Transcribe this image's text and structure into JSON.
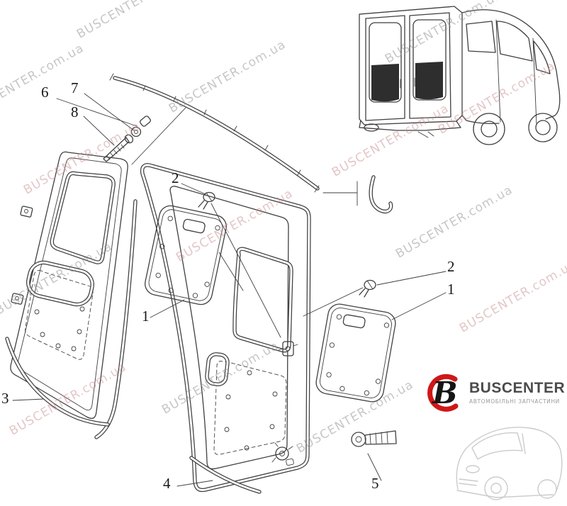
{
  "watermark": {
    "text": "BUSCENTER.com.ua"
  },
  "brand": {
    "name": "BUSCENTER",
    "tagline": "АВТОМОБІЛЬНІ ЗАПЧАСТИНИ",
    "accent_color": "#cf1717",
    "name_color": "#4b4b4b"
  },
  "colors": {
    "line": "#3f3f3f",
    "watermark_gray": "#8f8f8f",
    "watermark_pink": "#c98f8f",
    "glass_shade": "#2e2e2e"
  },
  "callouts": [
    {
      "label": "6"
    },
    {
      "label": "7"
    },
    {
      "label": "8"
    },
    {
      "label": "2"
    },
    {
      "label": "1"
    },
    {
      "label": "2"
    },
    {
      "label": "1"
    },
    {
      "label": "3"
    },
    {
      "label": "4"
    },
    {
      "label": "5"
    }
  ]
}
